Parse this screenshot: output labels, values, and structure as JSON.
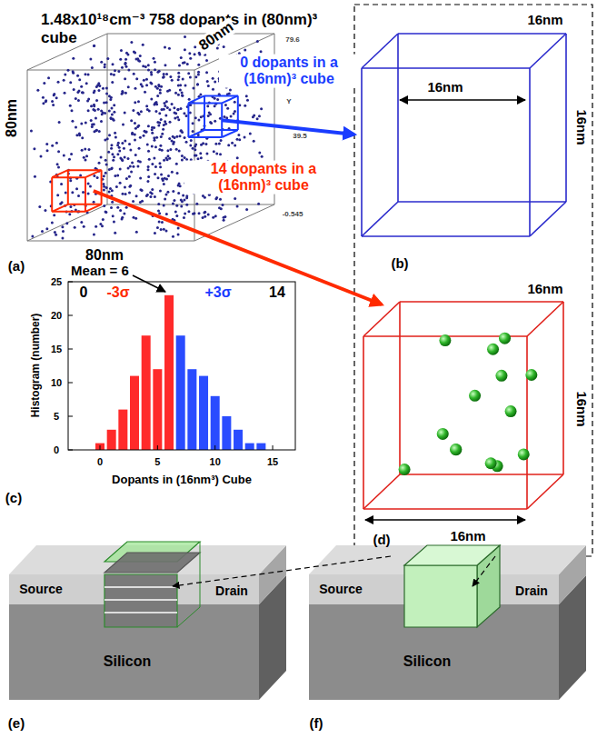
{
  "diagram": {
    "labels": [
      "1.48x10¹⁸cm⁻³ 758 dopants in (80nm)³ cube",
      "80nm",
      "80nm",
      "80nm",
      "0 dopants in a (16nm)³ cube",
      "14 dopants in a (16nm)³ cube",
      "(a)",
      "Mean = 6",
      "0",
      "-3σ",
      "+3σ",
      "14",
      "Histogram (number)",
      "Dopants in (16nm³) Cube",
      "0",
      "5",
      "10",
      "15",
      "20",
      "25",
      "0",
      "5",
      "10",
      "15",
      "(c)",
      "(b)",
      "16nm",
      "16nm",
      "16nm",
      "(d)",
      "16nm",
      "16nm",
      "16nm",
      "Source",
      "Drain",
      "Silicon",
      "(e)",
      "Source",
      "Drain",
      "Silicon",
      "(f)",
      "79.6",
      "39.5",
      "-0.545",
      "Y"
    ]
  }
}
